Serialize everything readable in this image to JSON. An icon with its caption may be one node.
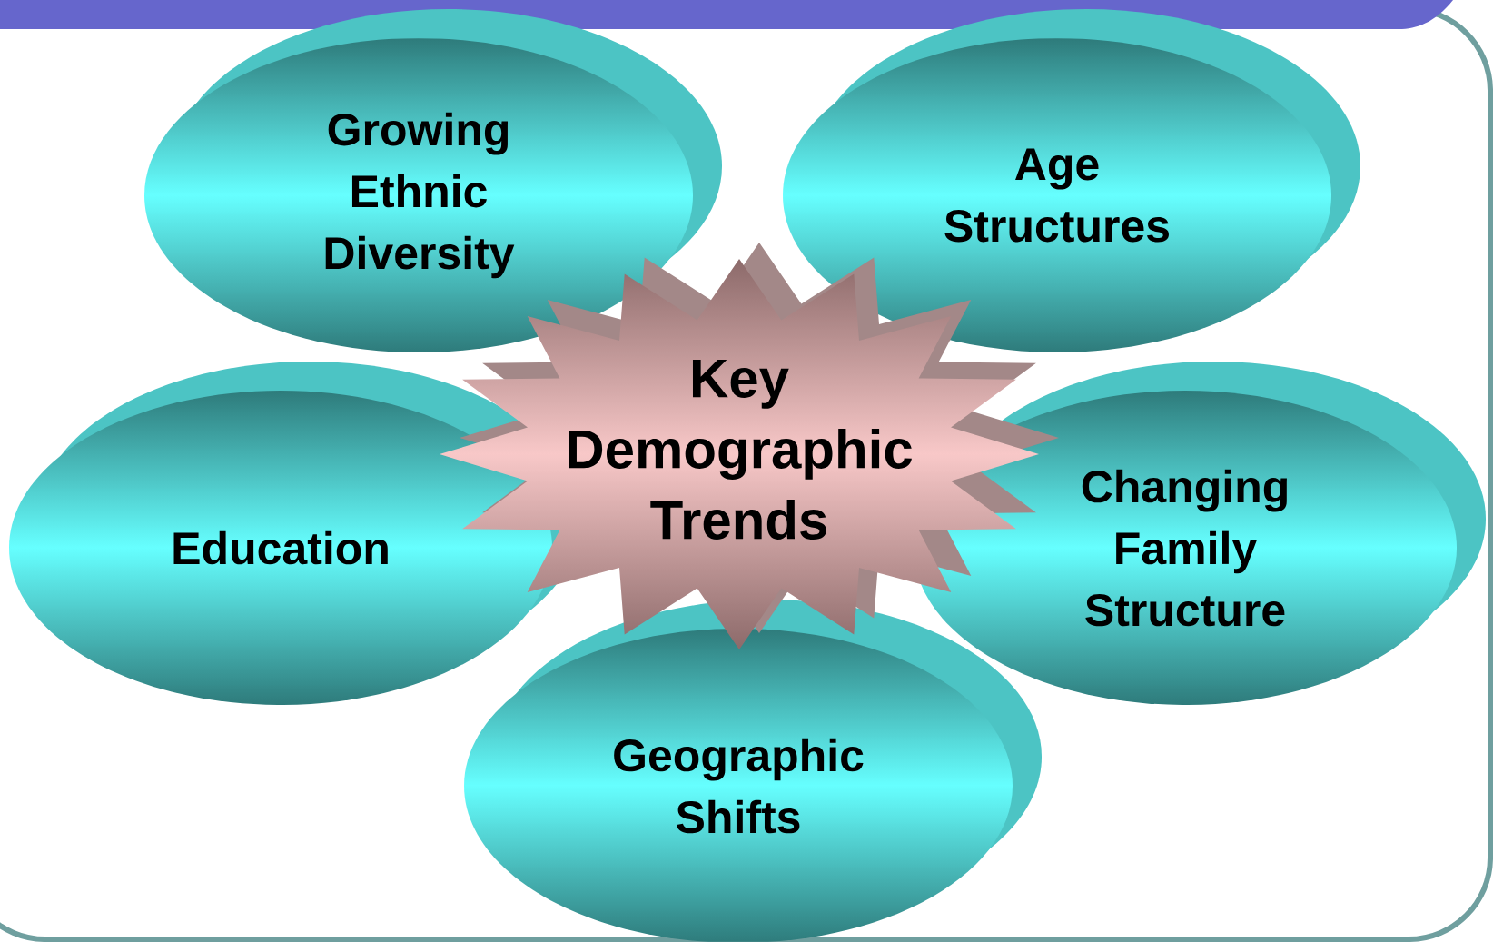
{
  "diagram": {
    "nodes": [
      {
        "text": [
          "Growing Ethnic Diversity"
        ]
      },
      {
        "text": [
          "Age Structures"
        ]
      },
      {
        "text": [
          "Key Demographic Trends"
        ]
      },
      {
        "text": [
          "Education"
        ]
      },
      {
        "text": [
          "Changing Family Structure"
        ]
      },
      {
        "text": [
          "Geographic Shifts"
        ]
      }
    ]
  }
}
